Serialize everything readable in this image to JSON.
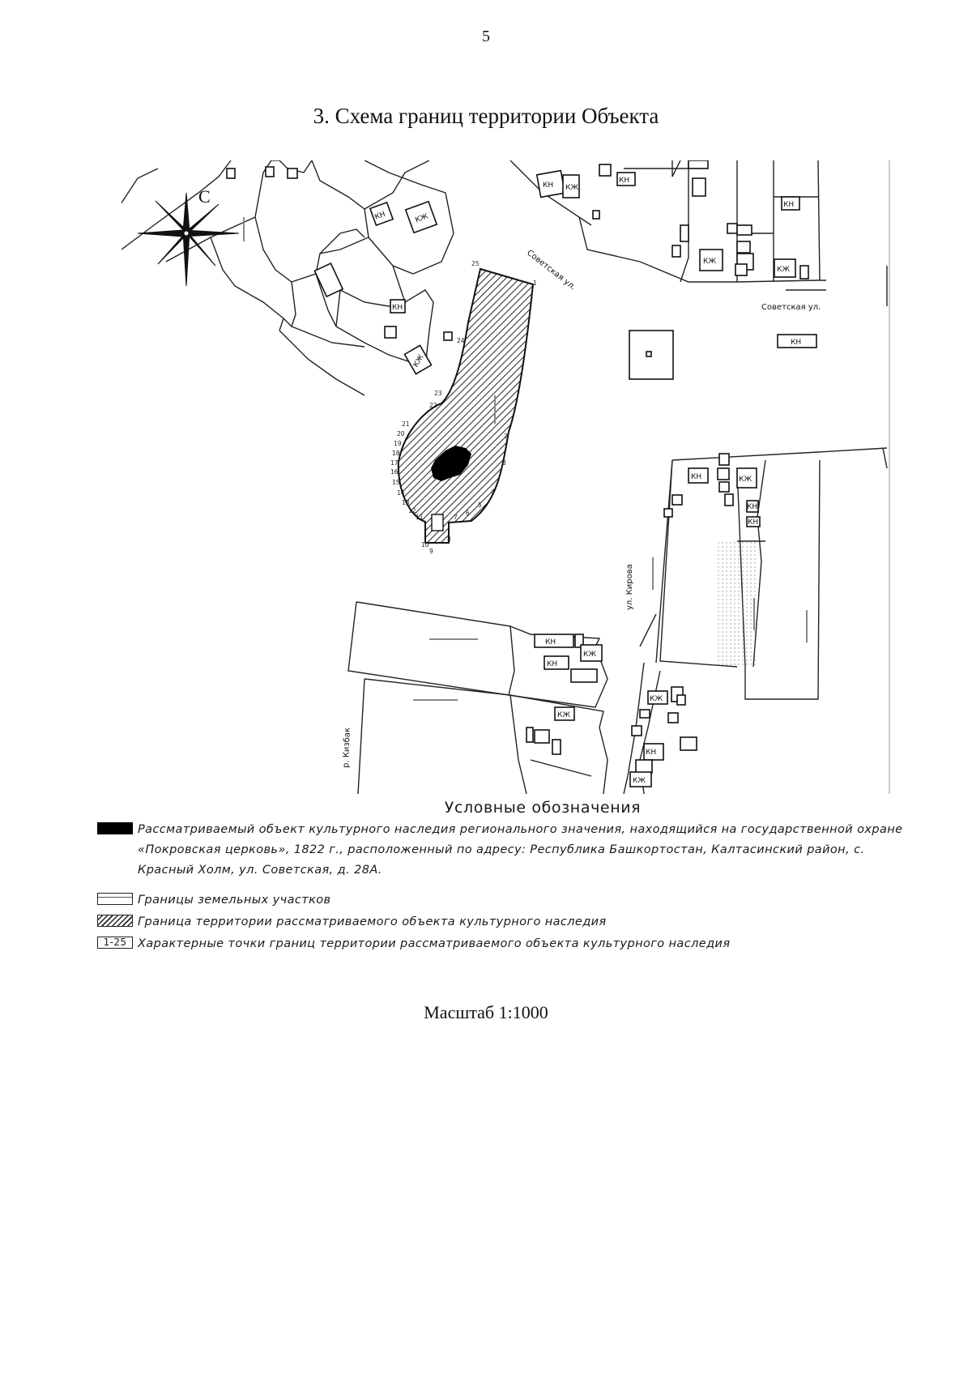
{
  "page": {
    "number": "5",
    "title": "3. Схема границ территории Объекта",
    "scale_label": "Масштаб 1:1000"
  },
  "map": {
    "north_label": "С",
    "street_labels": {
      "sovetskaya_diag": "Советская ул.",
      "sovetskaya_east": "Советская ул.",
      "kirova": "ул. Кирова",
      "river": "р. Кизбак"
    },
    "building_labels": {
      "kn": "КН",
      "kzh": "КЖ"
    },
    "boundary_points": [
      "1",
      "2",
      "3",
      "4",
      "5",
      "6",
      "7",
      "8",
      "9",
      "10",
      "11",
      "12",
      "13",
      "14",
      "15",
      "16",
      "17",
      "18",
      "19",
      "20",
      "21",
      "22",
      "23",
      "24",
      "25"
    ]
  },
  "legend": {
    "title": "Условные обозначения",
    "object_text": "Рассматриваемый объект культурного наследия регионального значения, находящийся на государственной охране «Покровская церковь», 1822 г., расположенный по адресу: Республика Башкортостан, Калтасинский район, с. Красный Холм, ул. Советская, д. 28А.",
    "parcels_text": "Границы земельных участков",
    "territory_text": "Граница территории рассматриваемого объекта культурного наследия",
    "points_swatch": "1-25",
    "points_text": "Характерные точки границ территории рассматриваемого объекта культурного наследия"
  }
}
